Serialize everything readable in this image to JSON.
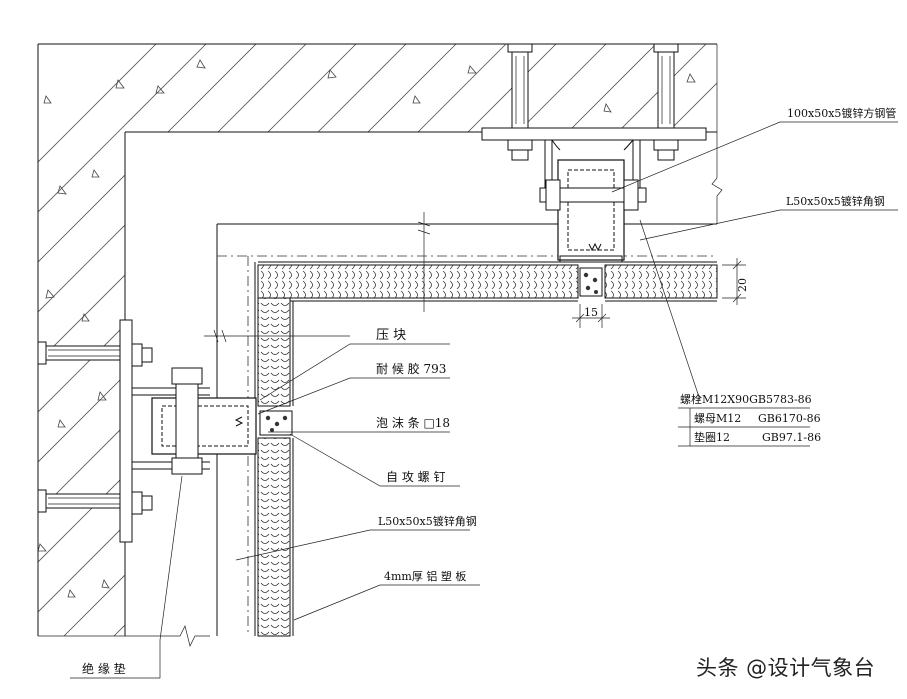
{
  "labels": {
    "steel_tube": "100x50x5镀锌方钢管",
    "angle_top": "L50x50x5镀锌角钢",
    "dim_20": "20",
    "dim_15": "15",
    "press_block": "压  块",
    "sealant": "耐 候 胶 793",
    "foam_strip": "泡 沫 条 □18",
    "self_tap_screw": "自 攻 螺 钉",
    "angle_left": "L50x50x5镀锌角钢",
    "panel": "4mm厚 铝 塑 板",
    "insulation_pad": "绝  缘  垫",
    "bolt_title": "螺栓M12X90GB5783-86",
    "nut_name": "螺母M12",
    "nut_std": "GB6170-86",
    "washer_name": "垫圈12",
    "washer_std": "GB97.1-86"
  },
  "watermark": "头条 @设计气象台"
}
